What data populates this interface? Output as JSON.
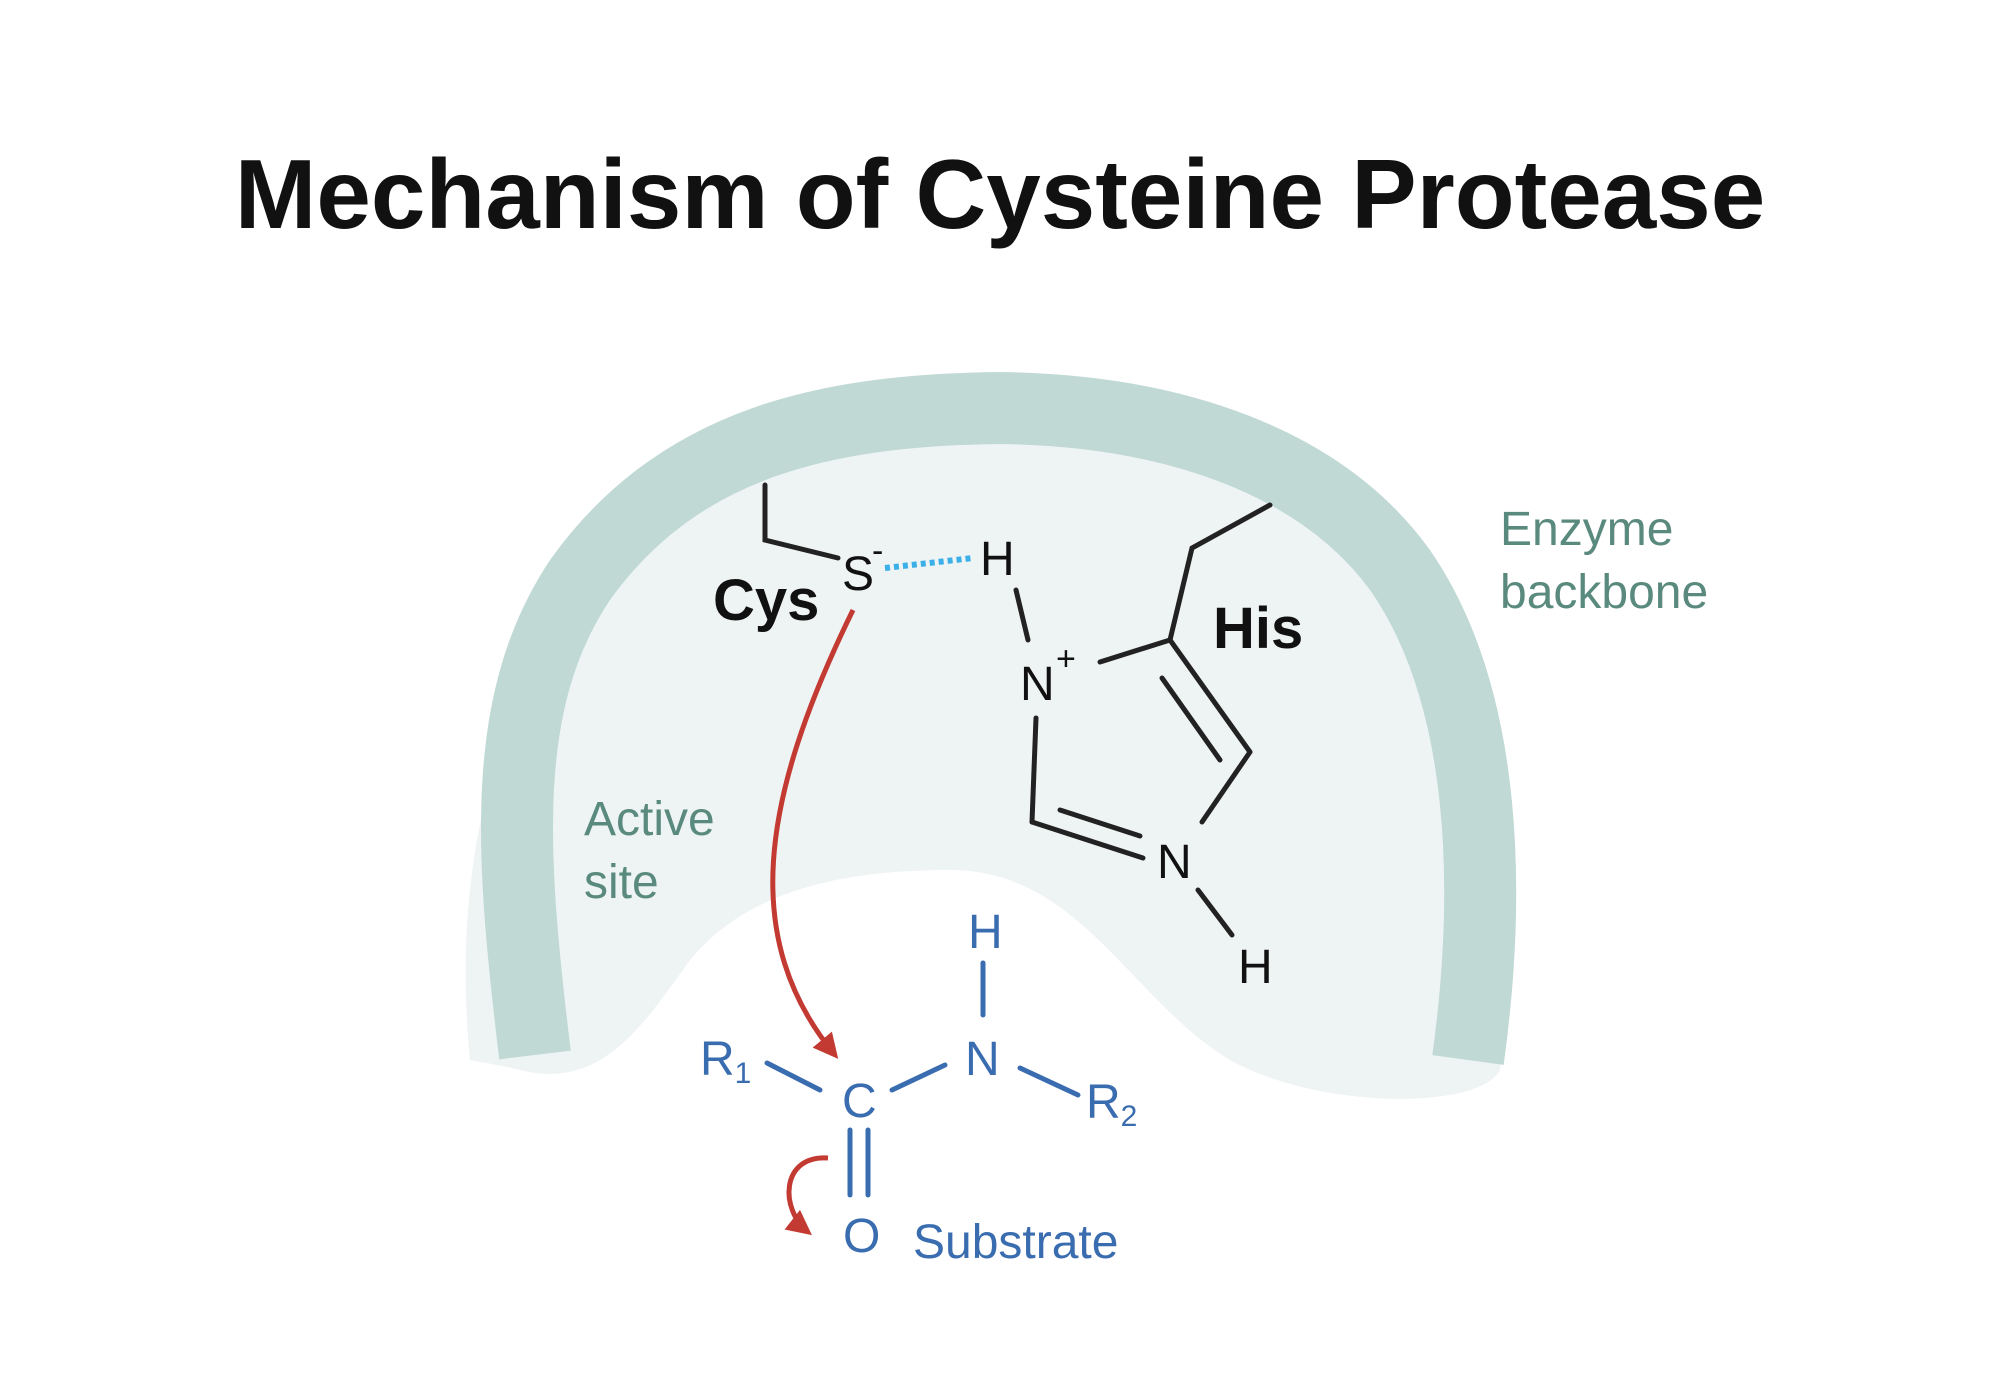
{
  "title": "Mechanism of Cysteine Protease",
  "labels": {
    "enzyme_backbone": [
      "Enzyme",
      "backbone"
    ],
    "active_site": [
      "Active",
      "site"
    ],
    "cys": "Cys",
    "his": "His",
    "substrate": "Substrate"
  },
  "atoms": {
    "sulfur": "S",
    "sulfur_charge": "-",
    "his_h_top": "H",
    "n_plus": "N",
    "n_plus_charge": "+",
    "n_lower": "N",
    "his_h_bottom": "H",
    "substrate_h": "H",
    "substrate_n": "N",
    "substrate_c": "C",
    "substrate_o": "O",
    "r1": "R",
    "r1_sub": "1",
    "r2": "R",
    "r2_sub": "2"
  },
  "colors": {
    "backbone": "#c0d9d4",
    "active_site_fill": "#eef4f3",
    "label_green": "#5a8a7d",
    "substrate_blue": "#3a6cb0",
    "arrow_red": "#c23a32",
    "hbond_blue": "#3bb0e8",
    "bond_black": "#222222"
  }
}
